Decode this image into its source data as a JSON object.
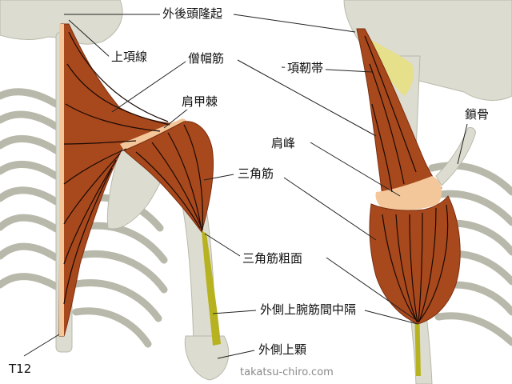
{
  "colors": {
    "muscle": "#a8481d",
    "muscle_dark": "#7a2f0f",
    "tendon": "#f3c79a",
    "septum": "#b7b21f",
    "ligament": "#e6e08a",
    "bone": "#dcdcd0",
    "bone_dark": "#b9b9ab",
    "line": "#222222"
  },
  "labels": {
    "external_occipital_protuberance": "外後頭隆起",
    "superior_nuchal_line": "上項線",
    "trapezius": "僧帽筋",
    "nuchal_ligament": "項靭帯",
    "spine_of_scapula": "肩甲棘",
    "clavicle": "鎖骨",
    "acromion": "肩峰",
    "deltoid": "三角筋",
    "deltoid_tuberosity": "三角筋粗面",
    "lateral_intermuscular_septum": "外側上腕筋間中隔",
    "lateral_epicondyle": "外側上顆",
    "t12": "T12"
  },
  "watermark": "takatsu-chiro.com"
}
